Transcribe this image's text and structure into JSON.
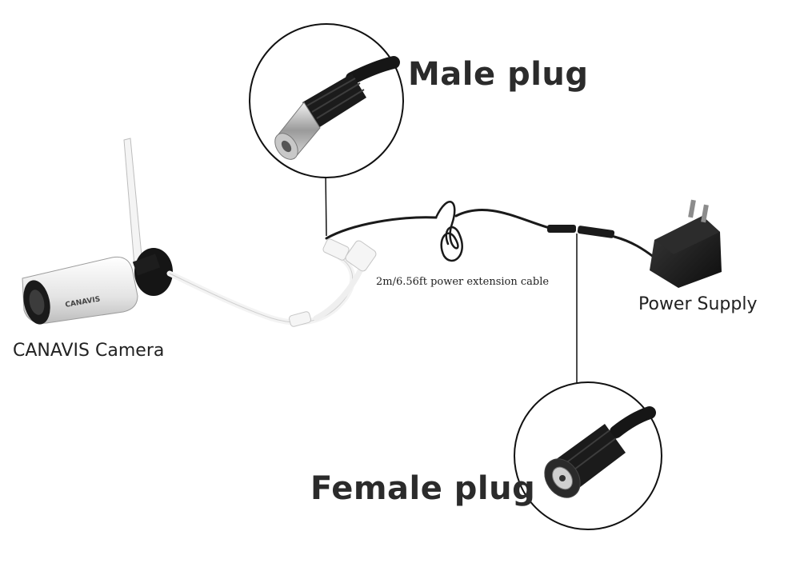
{
  "labels": {
    "male_plug": "Male plug",
    "female_plug": "Female plug",
    "camera": "CANAVIS Camera",
    "power_supply": "Power Supply",
    "cable": "2m/6.56ft power extension cable"
  },
  "camera_logo": "CANAVIS",
  "colors": {
    "cable": "#1a1a1a",
    "outline": "#111111",
    "camera_body": "#e8e8e8",
    "text": "#2b2b2b"
  }
}
